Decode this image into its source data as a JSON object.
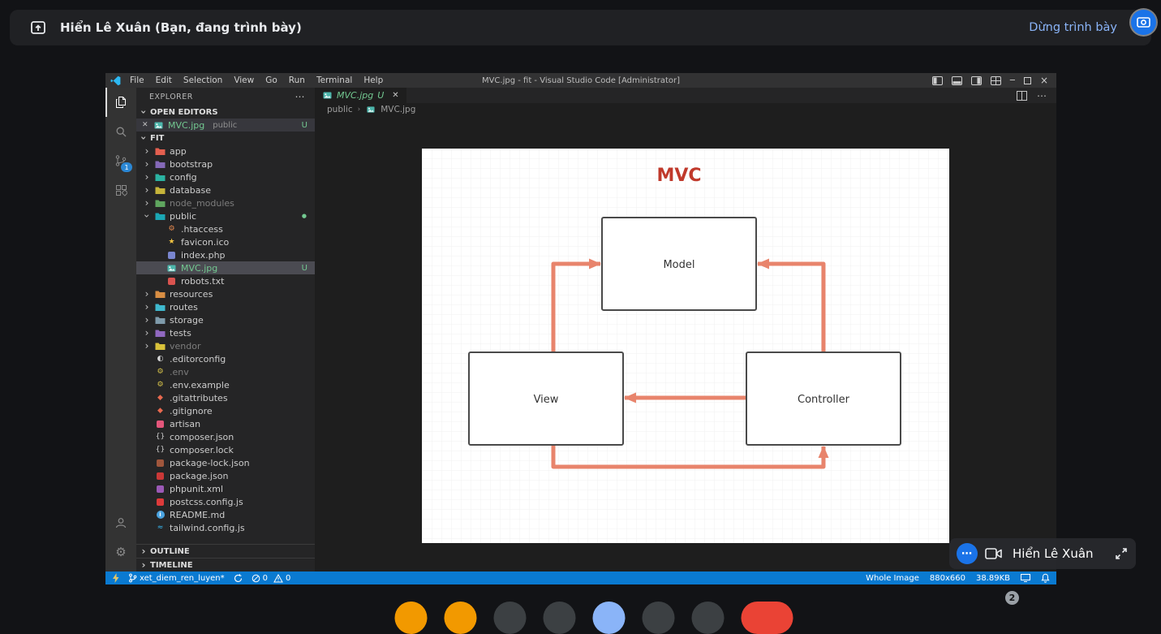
{
  "meet": {
    "banner": {
      "presenter": "Hiển Lê Xuân (Bạn, đang trình bày)",
      "stop_presenting": "Dừng trình bày"
    },
    "self_tile": {
      "name": "Hiển Lê Xuân"
    },
    "participant_badge": "2",
    "controls": [
      {
        "name": "mic",
        "color": "#f29900",
        "shape": "circle"
      },
      {
        "name": "camera",
        "color": "#f29900",
        "shape": "circle"
      },
      {
        "name": "captions",
        "color": "#3c4043",
        "shape": "circle"
      },
      {
        "name": "emoji",
        "color": "#3c4043",
        "shape": "circle"
      },
      {
        "name": "present",
        "color": "#8ab4f8",
        "shape": "circle"
      },
      {
        "name": "hand",
        "color": "#3c4043",
        "shape": "circle"
      },
      {
        "name": "more-options",
        "color": "#3c4043",
        "shape": "circle"
      },
      {
        "name": "leave-call",
        "color": "#ea4335",
        "shape": "pill"
      }
    ]
  },
  "vscode": {
    "title": "MVC.jpg - fit - Visual Studio Code [Administrator]",
    "menu": [
      "File",
      "Edit",
      "Selection",
      "View",
      "Go",
      "Run",
      "Terminal",
      "Help"
    ],
    "activity": {
      "scm_badge": "1"
    },
    "explorer": {
      "title": "EXPLORER",
      "actions": "⋯",
      "sections": {
        "open_editors": "OPEN EDITORS",
        "root": "FIT",
        "outline": "OUTLINE",
        "timeline": "TIMELINE"
      },
      "open_editor": {
        "name": "MVC.jpg",
        "detail": "public",
        "badge": "U"
      },
      "tree": [
        {
          "name": "app",
          "kind": "folder",
          "level": 1,
          "icon_color": "#e35f4f"
        },
        {
          "name": "bootstrap",
          "kind": "folder",
          "level": 1,
          "icon_color": "#8569b8"
        },
        {
          "name": "config",
          "kind": "folder",
          "level": 1,
          "icon_color": "#2bb3a2"
        },
        {
          "name": "database",
          "kind": "folder",
          "level": 1,
          "icon_color": "#c6b43a"
        },
        {
          "name": "node_modules",
          "kind": "folder",
          "level": 1,
          "icon_color": "#5fa65f",
          "dim": true
        },
        {
          "name": "public",
          "kind": "folder",
          "level": 1,
          "icon_color": "#1ba7b4",
          "expanded": true,
          "dot": true
        },
        {
          "name": ".htaccess",
          "kind": "file",
          "level": 2,
          "icon": {
            "type": "char",
            "ch": "⚙",
            "color": "#e98a4e"
          }
        },
        {
          "name": "favicon.ico",
          "kind": "file",
          "level": 2,
          "icon": {
            "type": "char",
            "ch": "★",
            "color": "#f5c542"
          }
        },
        {
          "name": "index.php",
          "kind": "file",
          "level": 2,
          "icon": {
            "type": "square",
            "color": "#7a86cf"
          }
        },
        {
          "name": "MVC.jpg",
          "kind": "file",
          "level": 2,
          "icon": {
            "type": "image"
          },
          "selected": true,
          "badge": "U",
          "green": true
        },
        {
          "name": "robots.txt",
          "kind": "file",
          "level": 2,
          "icon": {
            "type": "square",
            "color": "#d9534f"
          }
        },
        {
          "name": "resources",
          "kind": "folder",
          "level": 1,
          "icon_color": "#d98e43"
        },
        {
          "name": "routes",
          "kind": "folder",
          "level": 1,
          "icon_color": "#3fb9cf"
        },
        {
          "name": "storage",
          "kind": "folder",
          "level": 1,
          "icon_color": "#7f9bab"
        },
        {
          "name": "tests",
          "kind": "folder",
          "level": 1,
          "icon_color": "#9068c0"
        },
        {
          "name": "vendor",
          "kind": "folder",
          "level": 1,
          "icon_color": "#d9c23a",
          "dim": true
        },
        {
          "name": ".editorconfig",
          "kind": "file",
          "level": 1,
          "icon": {
            "type": "char",
            "ch": "◐",
            "color": "#d8d8d8"
          }
        },
        {
          "name": ".env",
          "kind": "file",
          "level": 1,
          "dim": true,
          "icon": {
            "type": "char",
            "ch": "⚙",
            "color": "#d8c44a"
          }
        },
        {
          "name": ".env.example",
          "kind": "file",
          "level": 1,
          "icon": {
            "type": "char",
            "ch": "⚙",
            "color": "#d8c44a"
          }
        },
        {
          "name": ".gitattributes",
          "kind": "file",
          "level": 1,
          "icon": {
            "type": "char",
            "ch": "◆",
            "color": "#e8694f"
          }
        },
        {
          "name": ".gitignore",
          "kind": "file",
          "level": 1,
          "icon": {
            "type": "char",
            "ch": "◆",
            "color": "#e8694f"
          }
        },
        {
          "name": "artisan",
          "kind": "file",
          "level": 1,
          "icon": {
            "type": "square",
            "color": "#e4567b"
          }
        },
        {
          "name": "composer.json",
          "kind": "file",
          "level": 1,
          "icon": {
            "type": "char",
            "ch": "{}",
            "color": "#cfcfcf"
          }
        },
        {
          "name": "composer.lock",
          "kind": "file",
          "level": 1,
          "icon": {
            "type": "char",
            "ch": "{}",
            "color": "#cfcfcf"
          }
        },
        {
          "name": "package-lock.json",
          "kind": "file",
          "level": 1,
          "icon": {
            "type": "square",
            "color": "#a0563c"
          }
        },
        {
          "name": "package.json",
          "kind": "file",
          "level": 1,
          "icon": {
            "type": "square",
            "color": "#cb3837"
          }
        },
        {
          "name": "phpunit.xml",
          "kind": "file",
          "level": 1,
          "icon": {
            "type": "square",
            "color": "#9b59b6"
          }
        },
        {
          "name": "postcss.config.js",
          "kind": "file",
          "level": 1,
          "icon": {
            "type": "square",
            "color": "#dd3a3a"
          }
        },
        {
          "name": "README.md",
          "kind": "file",
          "level": 1,
          "icon": {
            "type": "info",
            "color": "#4aa3e0"
          }
        },
        {
          "name": "tailwind.config.js",
          "kind": "file",
          "level": 1,
          "icon": {
            "type": "char",
            "ch": "≈",
            "color": "#38bdf8"
          }
        }
      ]
    },
    "tab": {
      "name": "MVC.jpg",
      "badge": "U"
    },
    "breadcrumb": {
      "folder": "public",
      "file": "MVC.jpg"
    },
    "status": {
      "branch": "xet_diem_ren_luyen*",
      "errors": "0",
      "warnings": "0",
      "zoom_label": "Whole Image",
      "dimensions": "880x660",
      "filesize": "38.89KB"
    }
  },
  "diagram": {
    "title": "MVC",
    "title_color": "#c0392b",
    "arrow_color": "#e8846c",
    "nodes": [
      {
        "id": "model",
        "label": "Model"
      },
      {
        "id": "view",
        "label": "View"
      },
      {
        "id": "controller",
        "label": "Controller"
      }
    ],
    "edges": [
      {
        "from": "view",
        "to": "model"
      },
      {
        "from": "controller",
        "to": "model"
      },
      {
        "from": "controller",
        "to": "view"
      },
      {
        "from": "view",
        "to": "controller"
      }
    ]
  }
}
